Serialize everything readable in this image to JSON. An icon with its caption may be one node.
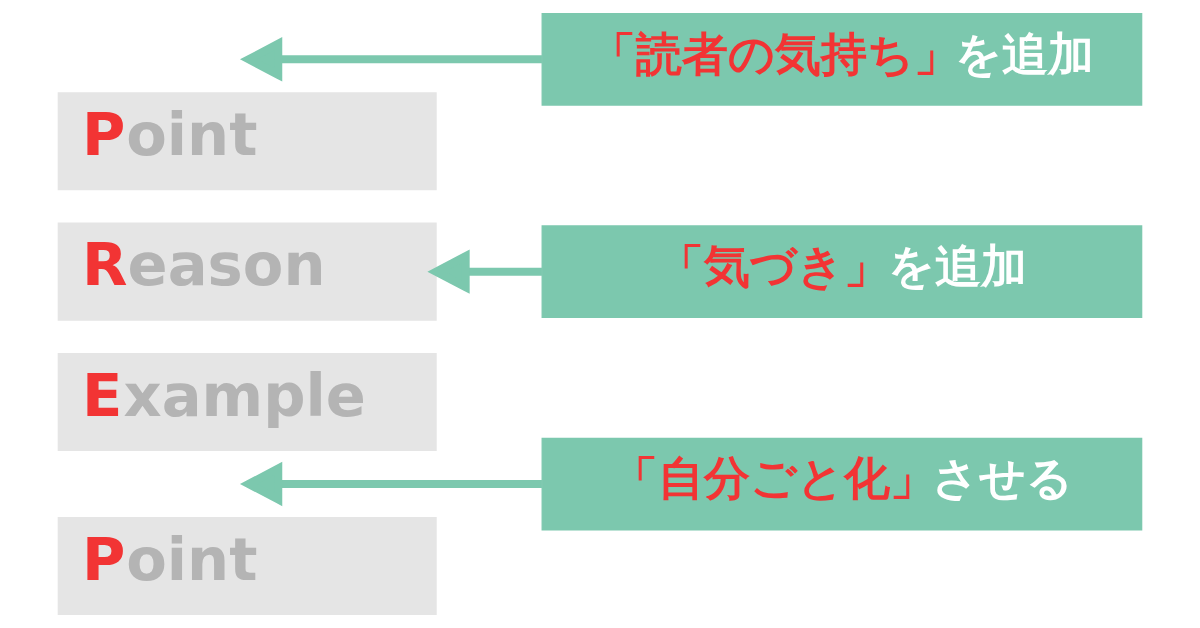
{
  "diagram": {
    "nodes": [
      {
        "text": [
          "「読者の気持ち」",
          "を追加"
        ]
      },
      {
        "text": [
          "Point"
        ]
      },
      {
        "text": [
          "Reason"
        ]
      },
      {
        "text": [
          "「気づき」",
          "を追加"
        ]
      },
      {
        "text": [
          "Example"
        ]
      },
      {
        "text": [
          "「自分ごと化」",
          "させる"
        ]
      },
      {
        "text": [
          "Point"
        ]
      }
    ],
    "edges": [
      {
        "from": 0,
        "to": null,
        "arrow": "to"
      },
      {
        "from": 3,
        "to": 2,
        "arrow": "to"
      },
      {
        "from": 5,
        "to": null,
        "arrow": "to"
      }
    ]
  }
}
